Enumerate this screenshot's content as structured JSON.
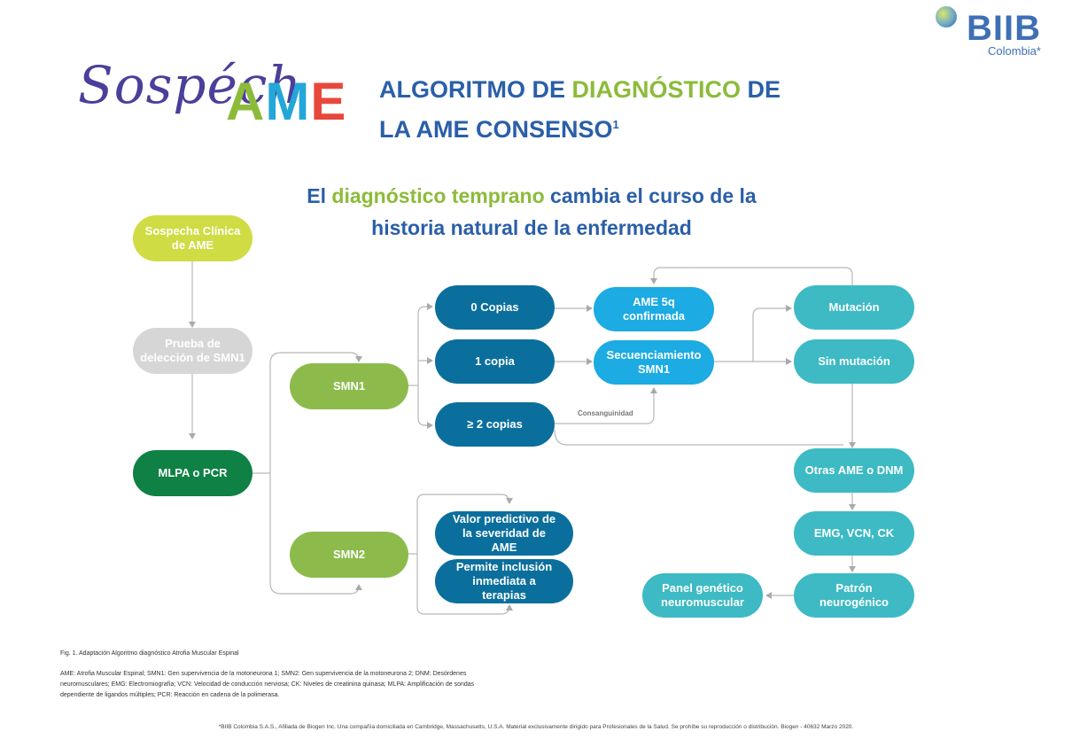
{
  "header": {
    "logo_script": "Sospéch",
    "logo_ame": [
      "A",
      "M",
      "E"
    ],
    "title_line1_a": "ALGORITMO DE ",
    "title_line1_b": "DIAGNÓSTICO",
    "title_line1_c": " DE",
    "title_line2": "LA AME CONSENSO",
    "title_sup": "1",
    "brand_name": "BIIB",
    "brand_sub": "Colombia*"
  },
  "subtitle": {
    "part1": "El ",
    "part2": "diagnóstico temprano",
    "part3": " cambia el curso de la",
    "line2": "historia natural de la enfermedad"
  },
  "nodes": {
    "sospecha": "Sospecha Clínica de AME",
    "prueba": "Prueba de delección de SMN1",
    "mlpa": "MLPA o PCR",
    "smn1": "SMN1",
    "smn2": "SMN2",
    "copias0": "0 Copias",
    "copia1": "1 copia",
    "copias2": "≥ 2 copias",
    "confirmada": "AME 5q confirmada",
    "secuenciamiento": "Secuenciamiento SMN1",
    "mutacion": "Mutación",
    "sin_mutacion": "Sin mutación",
    "otras": "Otras AME o DNM",
    "emg": "EMG, VCN, CK",
    "patron": "Patrón neurogénico",
    "panel": "Panel genético neuromuscular",
    "valor": "Valor predictivo de la severidad de AME",
    "permite": "Permite inclusión inmediata a terapias"
  },
  "edge_labels": {
    "consanguinidad": "Consanguinidad"
  },
  "footnotes": {
    "fig": "Fig. 1. Adaptación Algoritmo diagnóstico Atrofia Muscular Espinal",
    "abbr1": "AME: Atrofia Muscular Espinal; SMN1: Gen supervivencia de la motoneurona 1; SMN2: Gen supervivencia de la motoneurona 2; DNM: Desórdenes",
    "abbr2": "neuromusculares; EMG: Electromiografía; VCN: Velocidad de conducción nerviosa; CK: Niveles de creatinina quinasa; MLPA: Amplificación de sondas",
    "abbr3": "dependiente de ligandos múltiples; PCR: Reacción en cadena de la polimerasa.",
    "legal": "*BIIB Colombia S.A.S., Afiliada de Biogen Inc. Una compañía domiciliada en Cambridge, Massachusetts, U.S.A. Material exclusivamente dirigido para Profesionales de la Salud. Se prohíbe su reproducción o distribución. Biogen - 40632 Marzo 2020."
  },
  "colors": {
    "title_blue": "#2a5fa8",
    "accent_green": "#8cbb3a",
    "teal": "#3dbac4",
    "navy": "#0b6f9d"
  }
}
